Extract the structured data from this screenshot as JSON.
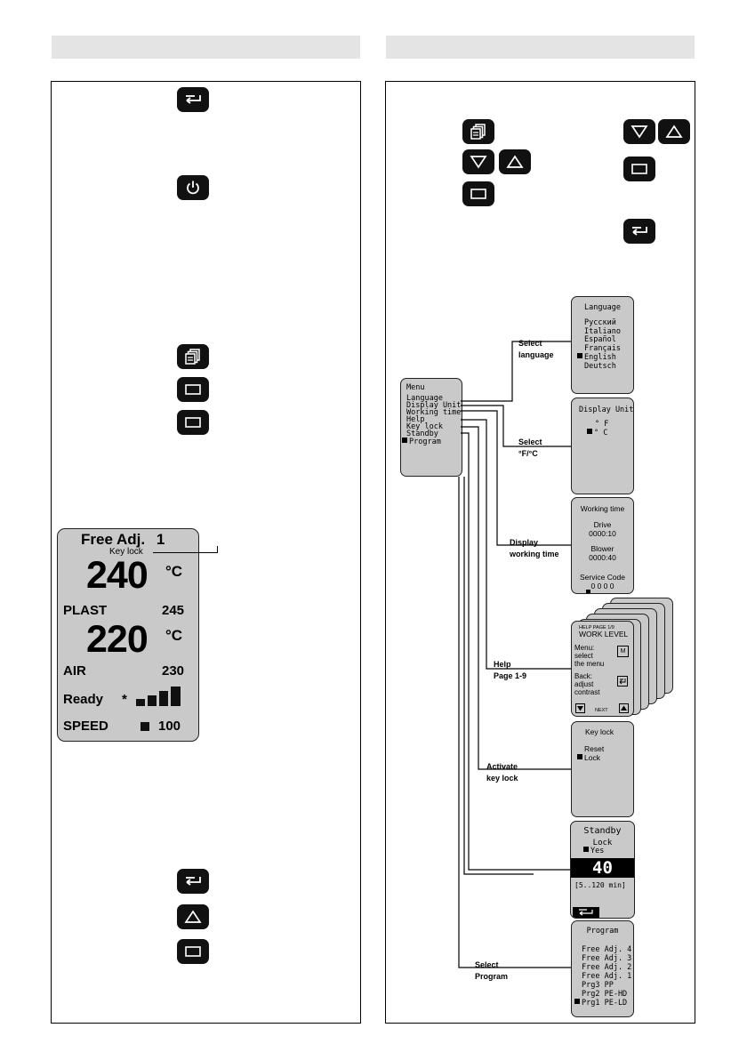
{
  "big_display": {
    "mode": "Free Adj.",
    "mode_num": "1",
    "keylock": "Key lock",
    "temp1": "240",
    "unit1": "°C",
    "plast_label": "PLAST",
    "plast_val": "245",
    "temp2": "220",
    "unit2": "°C",
    "air_label": "AIR",
    "air_val": "230",
    "ready": "Ready",
    "ready_mark": "*",
    "speed_label": "SPEED",
    "speed_val": "100"
  },
  "menu": {
    "title": "Menu",
    "items": [
      "Language",
      "Display Unit",
      "Working time",
      "Help",
      "Key lock",
      "Standby",
      "Program"
    ]
  },
  "connectors": {
    "c1a": "Select",
    "c1b": "language",
    "c2a": "Select",
    "c2b": "°F/°C",
    "c3a": "Display",
    "c3b": "working time",
    "c4a": "Help",
    "c4b": "Page 1-9",
    "c5a": "Activate",
    "c5b": "key lock",
    "c7a": "Select",
    "c7b": "Program"
  },
  "screens": {
    "language": {
      "title": "Language",
      "items": [
        "Русский",
        "Italiano",
        "Español",
        "Français",
        "English",
        "Deutsch"
      ]
    },
    "display_unit": {
      "title": "Display Unit",
      "f": "° F",
      "c": "° C"
    },
    "working_time": {
      "title": "Working time",
      "drive_label": "Drive",
      "drive_val": "0000:10",
      "blower_label": "Blower",
      "blower_val": "0000:40",
      "service_label": "Service Code",
      "service_val": "0 0 0 0"
    },
    "help": {
      "page": "HELP PAGE 1/9",
      "title": "WORK LEVEL",
      "menu_l1": "Menu:",
      "menu_l2": "select",
      "menu_l3": "the menu",
      "menu_key": "M",
      "back_l1": "Back:",
      "back_l2": "adjust",
      "back_l3": "contrast",
      "next": "NEXT"
    },
    "key_lock": {
      "title": "Key lock",
      "reset": "Reset",
      "lock": "Lock"
    },
    "standby": {
      "title": "Standby",
      "lock": "Lock",
      "yes": "Yes",
      "value": "40",
      "range": "[5..120 min]"
    },
    "program": {
      "title": "Program",
      "items": [
        "Free Adj. 4",
        "Free Adj. 3",
        "Free Adj. 2",
        "Free Adj. 1",
        "Prg3 PP",
        "Prg2 PE-HD",
        "Prg1 PE-LD"
      ]
    }
  }
}
